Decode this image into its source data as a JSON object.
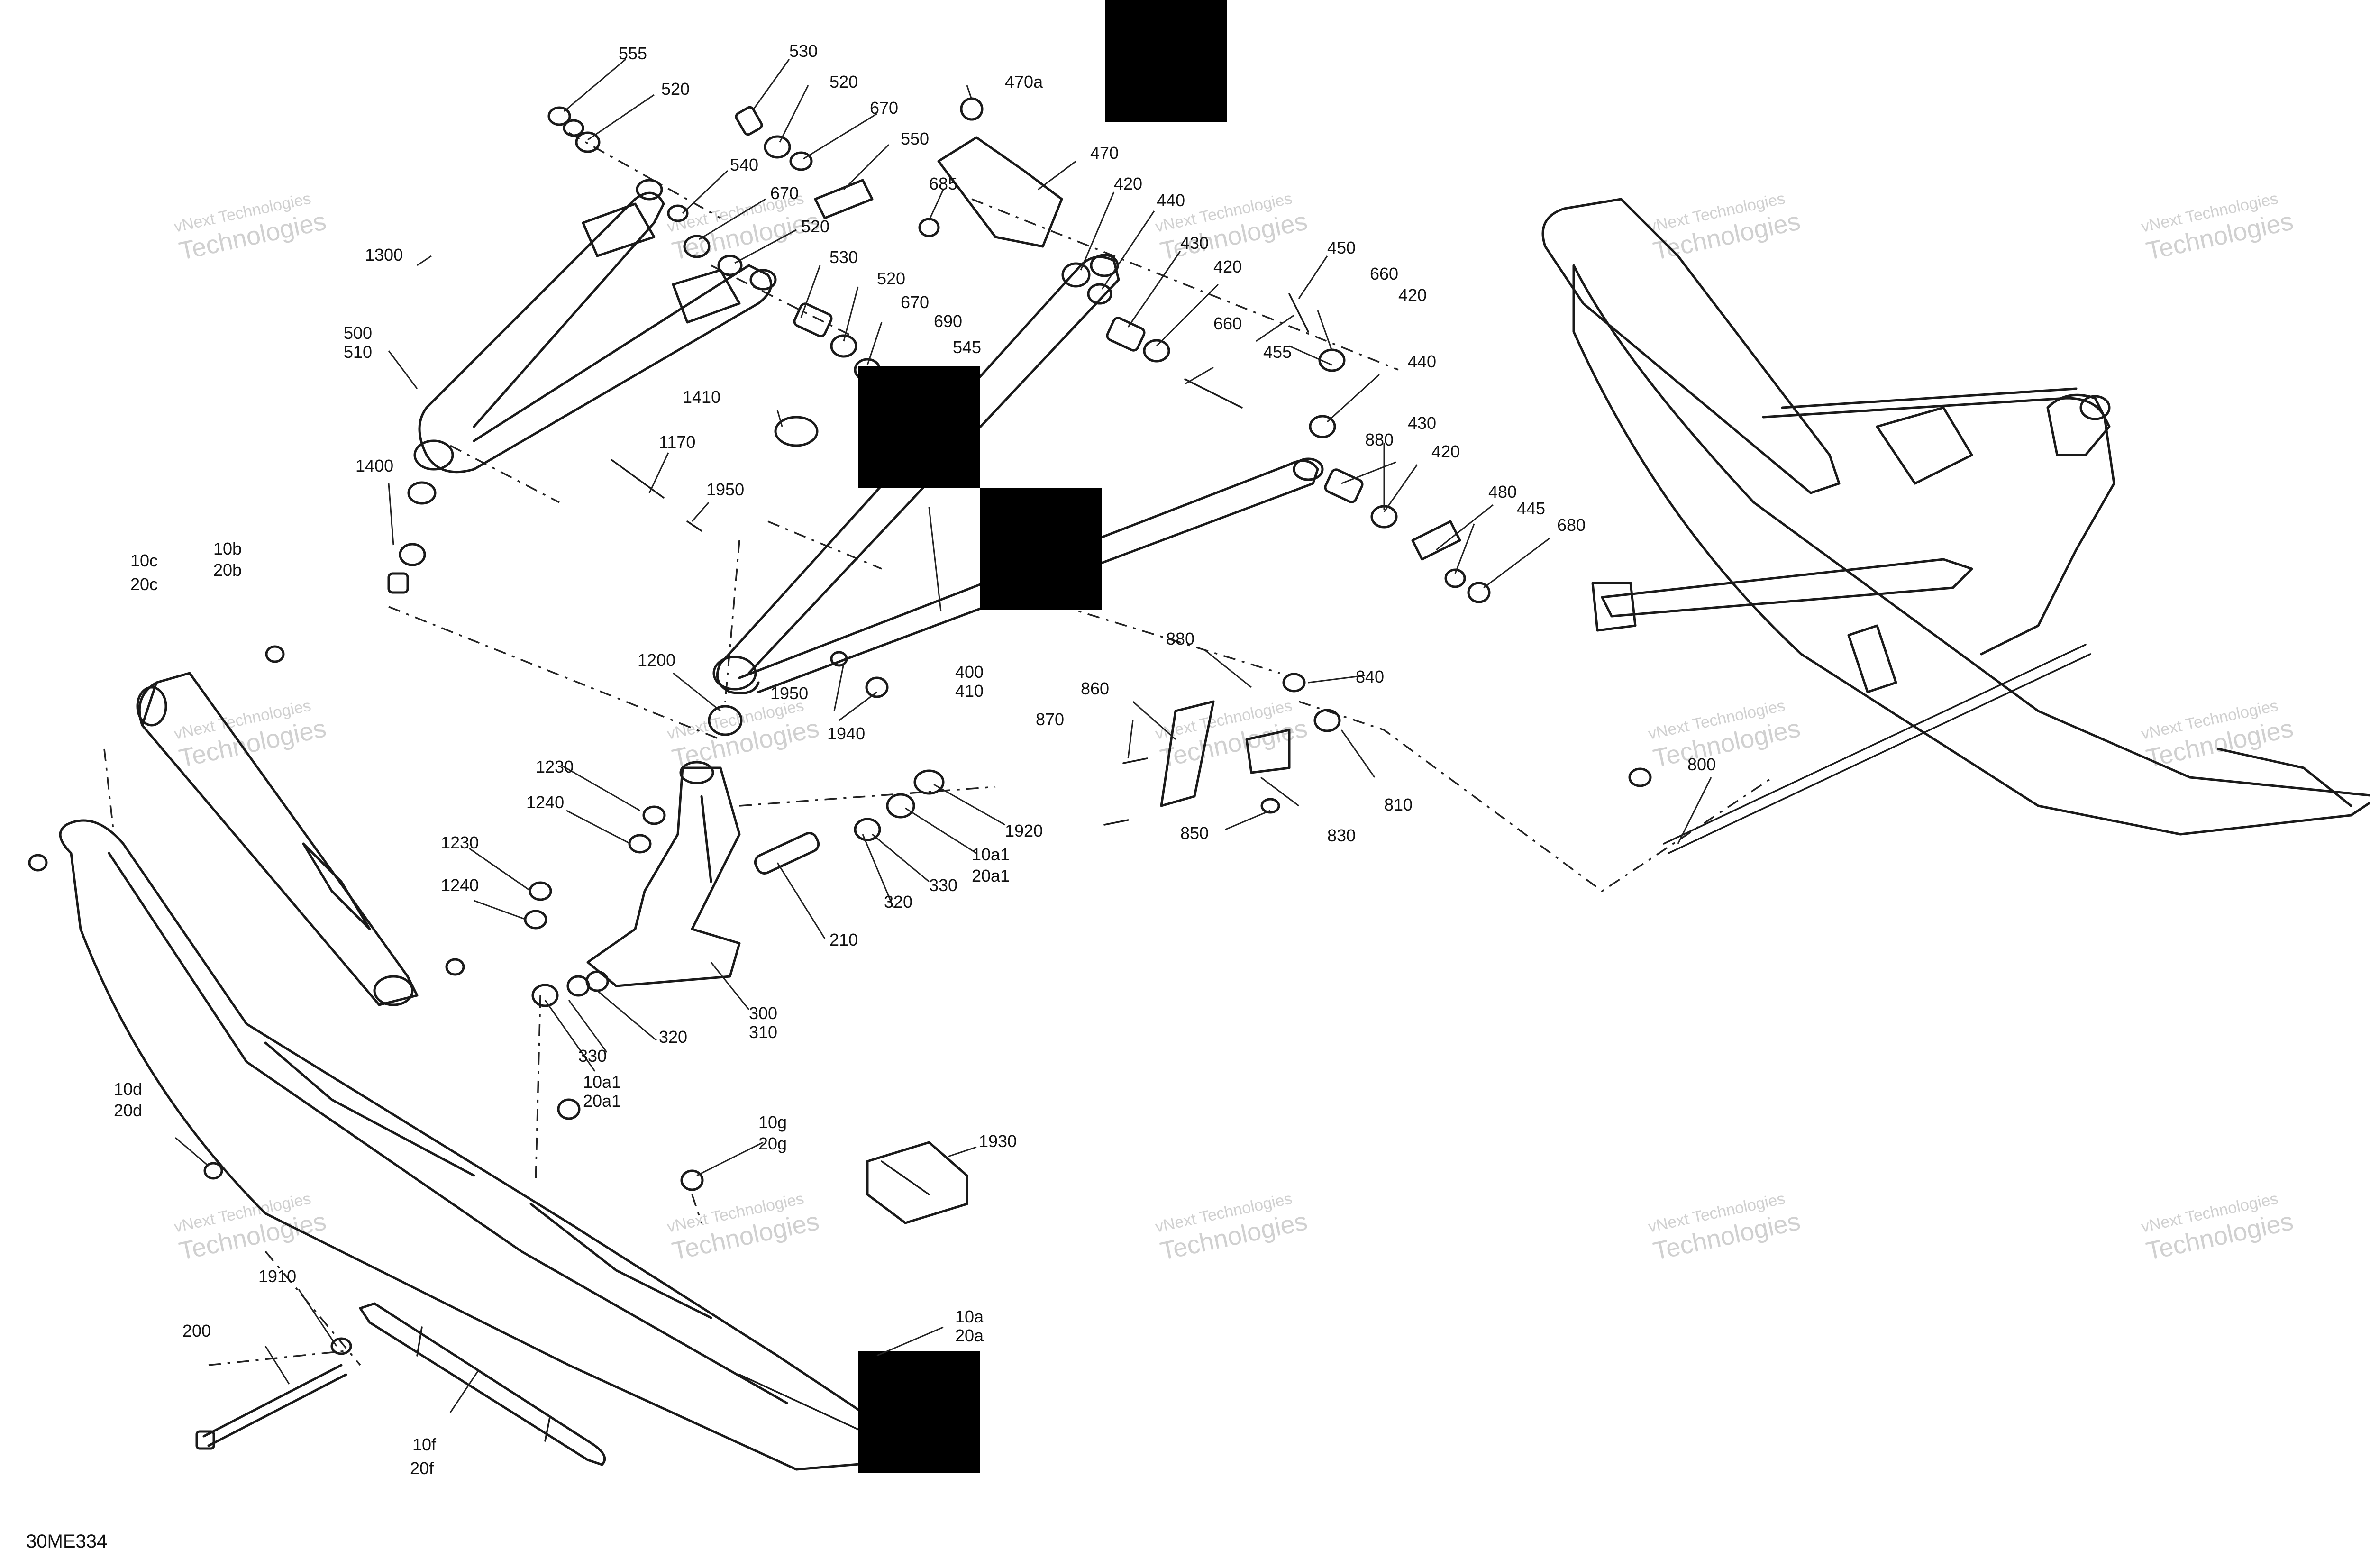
{
  "figure_id": "30ME334",
  "watermark": {
    "line1": "vNext Technologies",
    "line2": "Technologies"
  },
  "callouts": [
    {
      "id": "c555",
      "text": "555"
    },
    {
      "id": "c530a",
      "text": "530"
    },
    {
      "id": "c520a",
      "text": "520"
    },
    {
      "id": "c520b",
      "text": "520"
    },
    {
      "id": "c670a",
      "text": "670"
    },
    {
      "id": "c550",
      "text": "550"
    },
    {
      "id": "c470a",
      "text": "470a"
    },
    {
      "id": "c470",
      "text": "470"
    },
    {
      "id": "c540",
      "text": "540"
    },
    {
      "id": "c685",
      "text": "685"
    },
    {
      "id": "c670b",
      "text": "670"
    },
    {
      "id": "c520c",
      "text": "520"
    },
    {
      "id": "c420a",
      "text": "420"
    },
    {
      "id": "c440a",
      "text": "440"
    },
    {
      "id": "c430a",
      "text": "430"
    },
    {
      "id": "c450",
      "text": "450"
    },
    {
      "id": "c1300",
      "text": "1300"
    },
    {
      "id": "c530b",
      "text": "530"
    },
    {
      "id": "c520d",
      "text": "520"
    },
    {
      "id": "c420b",
      "text": "420"
    },
    {
      "id": "c660a",
      "text": "660"
    },
    {
      "id": "c420c",
      "text": "420"
    },
    {
      "id": "c500",
      "text": "500"
    },
    {
      "id": "c510",
      "text": "510"
    },
    {
      "id": "c670c",
      "text": "670"
    },
    {
      "id": "c690",
      "text": "690"
    },
    {
      "id": "c545",
      "text": "545"
    },
    {
      "id": "c660b",
      "text": "660"
    },
    {
      "id": "c455",
      "text": "455"
    },
    {
      "id": "c440b",
      "text": "440"
    },
    {
      "id": "c1410",
      "text": "1410"
    },
    {
      "id": "c880a",
      "text": "880"
    },
    {
      "id": "c430b",
      "text": "430"
    },
    {
      "id": "c1170",
      "text": "1170"
    },
    {
      "id": "c420d",
      "text": "420"
    },
    {
      "id": "c1400",
      "text": "1400"
    },
    {
      "id": "c1950a",
      "text": "1950"
    },
    {
      "id": "c480",
      "text": "480"
    },
    {
      "id": "c445",
      "text": "445"
    },
    {
      "id": "c680",
      "text": "680"
    },
    {
      "id": "c10c",
      "text": "10c"
    },
    {
      "id": "c20c",
      "text": "20c"
    },
    {
      "id": "c10b",
      "text": "10b"
    },
    {
      "id": "c20b",
      "text": "20b"
    },
    {
      "id": "c400",
      "text": "400"
    },
    {
      "id": "c410",
      "text": "410"
    },
    {
      "id": "c1200",
      "text": "1200"
    },
    {
      "id": "c1950b",
      "text": "1950"
    },
    {
      "id": "c1940",
      "text": "1940"
    },
    {
      "id": "c880b",
      "text": "880"
    },
    {
      "id": "c840",
      "text": "840"
    },
    {
      "id": "c860",
      "text": "860"
    },
    {
      "id": "c870",
      "text": "870"
    },
    {
      "id": "c810",
      "text": "810"
    },
    {
      "id": "c850",
      "text": "850"
    },
    {
      "id": "c830",
      "text": "830"
    },
    {
      "id": "c800",
      "text": "800"
    },
    {
      "id": "c1230a",
      "text": "1230"
    },
    {
      "id": "c1240a",
      "text": "1240"
    },
    {
      "id": "c1920",
      "text": "1920"
    },
    {
      "id": "c10a1a",
      "text": "10a1"
    },
    {
      "id": "c20a1a",
      "text": "20a1"
    },
    {
      "id": "c1230b",
      "text": "1230"
    },
    {
      "id": "c1240b",
      "text": "1240"
    },
    {
      "id": "c330a",
      "text": "330"
    },
    {
      "id": "c320a",
      "text": "320"
    },
    {
      "id": "c210",
      "text": "210"
    },
    {
      "id": "c300",
      "text": "300"
    },
    {
      "id": "c310",
      "text": "310"
    },
    {
      "id": "c320b",
      "text": "320"
    },
    {
      "id": "c330b",
      "text": "330"
    },
    {
      "id": "c10a1b",
      "text": "10a1"
    },
    {
      "id": "c20a1b",
      "text": "20a1"
    },
    {
      "id": "c10d",
      "text": "10d"
    },
    {
      "id": "c20d",
      "text": "20d"
    },
    {
      "id": "c10g",
      "text": "10g"
    },
    {
      "id": "c20g",
      "text": "20g"
    },
    {
      "id": "c1930",
      "text": "1930"
    },
    {
      "id": "c1910",
      "text": "1910"
    },
    {
      "id": "c200",
      "text": "200"
    },
    {
      "id": "c10a",
      "text": "10a"
    },
    {
      "id": "c20a",
      "text": "20a"
    },
    {
      "id": "c10f",
      "text": "10f"
    },
    {
      "id": "c20f",
      "text": "20f"
    }
  ]
}
